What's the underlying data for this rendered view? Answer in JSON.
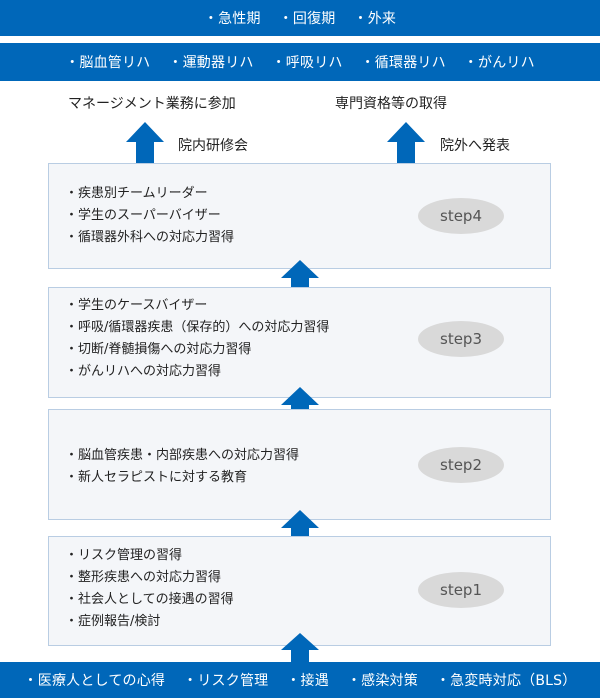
{
  "top_band": [
    "・急性期",
    "・回復期",
    "・外来"
  ],
  "mid_band": [
    "・脳血管リハ",
    "・運動器リハ",
    "・呼吸リハ",
    "・循環器リハ",
    "・がんリハ"
  ],
  "goals": {
    "left": "マネージメント業務に参加",
    "right": "専門資格等の取得"
  },
  "notes": {
    "left": "院内研修会",
    "right": "院外へ発表"
  },
  "steps": [
    {
      "label": "step4",
      "items": [
        "・疾患別チームリーダー",
        "・学生のスーパーバイザー",
        "・循環器外科への対応力習得"
      ]
    },
    {
      "label": "step3",
      "items": [
        "・学生のケースバイザー",
        "・呼吸/循環器疾患（保存的）への対応力習得",
        "・切断/脊髄損傷への対応力習得",
        "・がんリハへの対応力習得"
      ]
    },
    {
      "label": "step2",
      "items": [
        "・脳血管疾患・内部疾患への対応力習得",
        "・新人セラピストに対する教育"
      ]
    },
    {
      "label": "step1",
      "items": [
        "・リスク管理の習得",
        "・整形疾患への対応力習得",
        "・社会人としての接遇の習得",
        "・症例報告/検討"
      ]
    }
  ],
  "bottom_band": [
    "・医療人としての心得",
    "・リスク管理",
    "・接遇",
    "・感染対策",
    "・急変時対応（BLS）"
  ],
  "colors": {
    "accent": "#0067b9",
    "step_bg": "#f4f6f9",
    "step_border": "#b9cde3",
    "badge": "#d9d9d9"
  }
}
